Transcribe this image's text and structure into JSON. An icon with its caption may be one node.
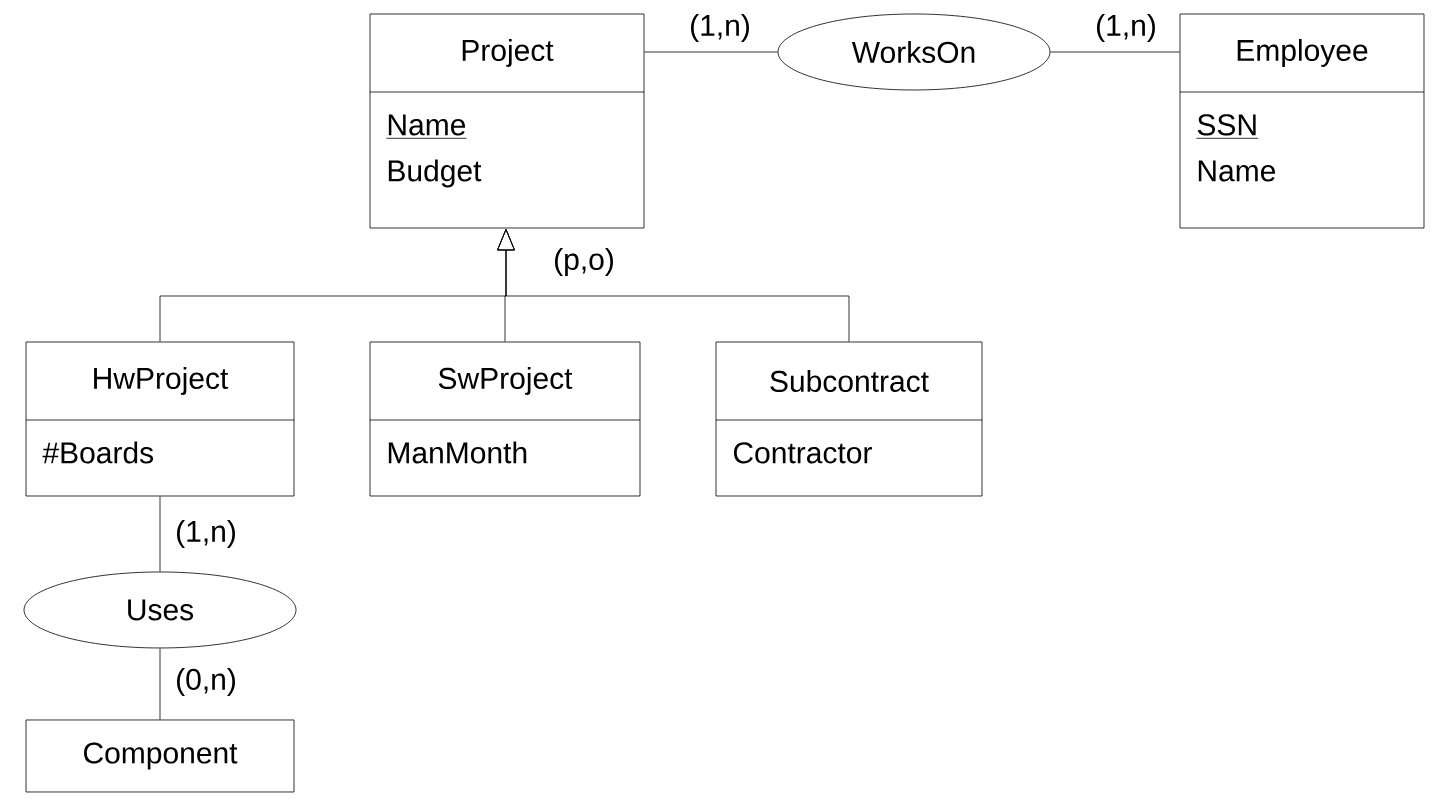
{
  "diagram": {
    "nodes": [
      {
        "text": [
          "Project",
          "Name",
          "Budget"
        ]
      },
      {
        "text": [
          "WorksOn"
        ]
      },
      {
        "text": [
          "Employee",
          "SSN",
          "Name"
        ]
      },
      {
        "text": [
          "HwProject",
          "#Boards"
        ]
      },
      {
        "text": [
          "SwProject",
          "ManMonth"
        ]
      },
      {
        "text": [
          "Subcontract",
          "Contractor"
        ]
      },
      {
        "text": [
          "Uses"
        ]
      },
      {
        "text": [
          "Component"
        ]
      }
    ],
    "edges": [
      {
        "from": 0,
        "to": 1,
        "arrow": "none",
        "label": "(1,n)"
      },
      {
        "from": 1,
        "to": 2,
        "arrow": "none",
        "label": "(1,n)"
      },
      {
        "from": 3,
        "to": 0,
        "arrow": "to"
      },
      {
        "from": 4,
        "to": 0,
        "arrow": "to",
        "label": "(p,o)"
      },
      {
        "from": 5,
        "to": 0,
        "arrow": "to"
      },
      {
        "from": 3,
        "to": 6,
        "arrow": "none",
        "label": "(1,n)"
      },
      {
        "from": 6,
        "to": 7,
        "arrow": "none",
        "label": "(0,n)"
      }
    ]
  }
}
